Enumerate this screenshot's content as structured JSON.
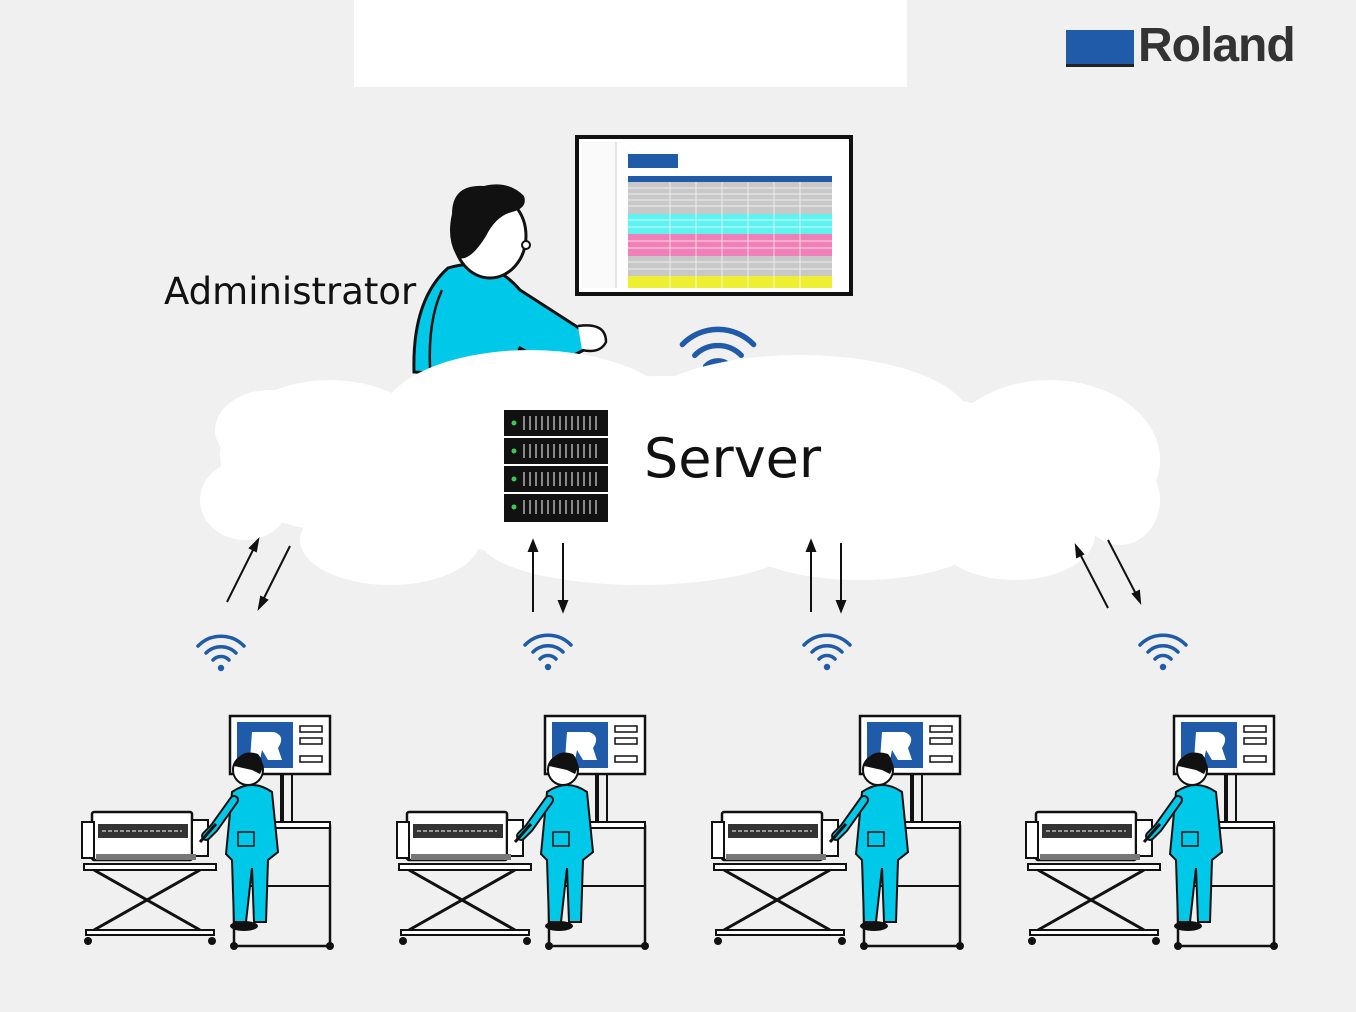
{
  "brand": {
    "logo_text": "Roland",
    "color": "#1f5ba8"
  },
  "labels": {
    "administrator": "Administrator",
    "server": "Server"
  },
  "icons": {
    "administrator": "person-at-computer-icon",
    "monitor": "spreadsheet-monitor-icon",
    "server": "server-rack-icon",
    "wifi": "wifi-icon",
    "workstation": "operator-at-printer-icon",
    "arrows": "bidirectional-arrow-icon"
  },
  "colors": {
    "background": "#f0f0f0",
    "cloud": "#ffffff",
    "wifi": "#1f5ba8",
    "uniform": "#00c8e8",
    "outline": "#111111"
  },
  "workstations": [
    {
      "operator": "operator-1"
    },
    {
      "operator": "operator-2"
    },
    {
      "operator": "operator-3"
    },
    {
      "operator": "operator-4"
    }
  ]
}
